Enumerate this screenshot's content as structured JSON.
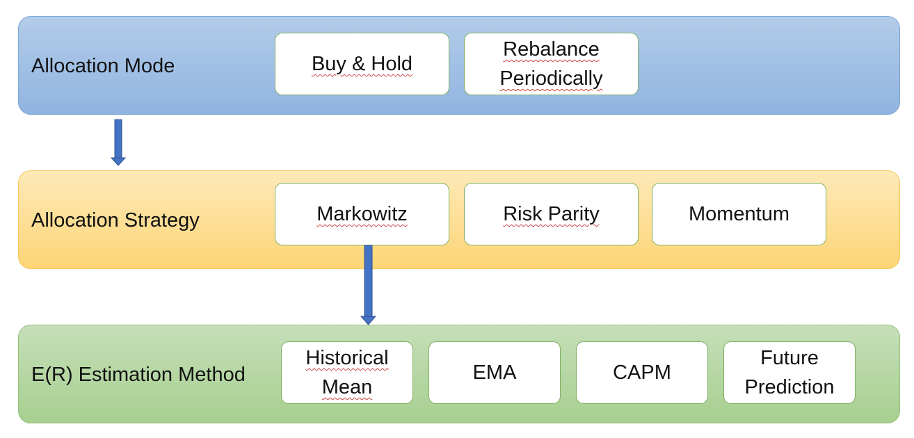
{
  "rows": [
    {
      "label": "Allocation Mode",
      "options": [
        "Buy & Hold",
        "Rebalance\nPeriodically"
      ]
    },
    {
      "label": "Allocation Strategy",
      "options": [
        "Markowitz",
        "Risk Parity",
        "Momentum"
      ]
    },
    {
      "label": "E(R) Estimation Method",
      "options": [
        "Historical\nMean",
        "EMA",
        "CAPM",
        "Future\nPrediction"
      ]
    }
  ],
  "colors": {
    "arrow": "#4472c4",
    "mode_band": "#9dbde5",
    "strategy_band": "#fdd98a",
    "estimation_band": "#b3d6a0",
    "option_border": "#7fb065"
  }
}
